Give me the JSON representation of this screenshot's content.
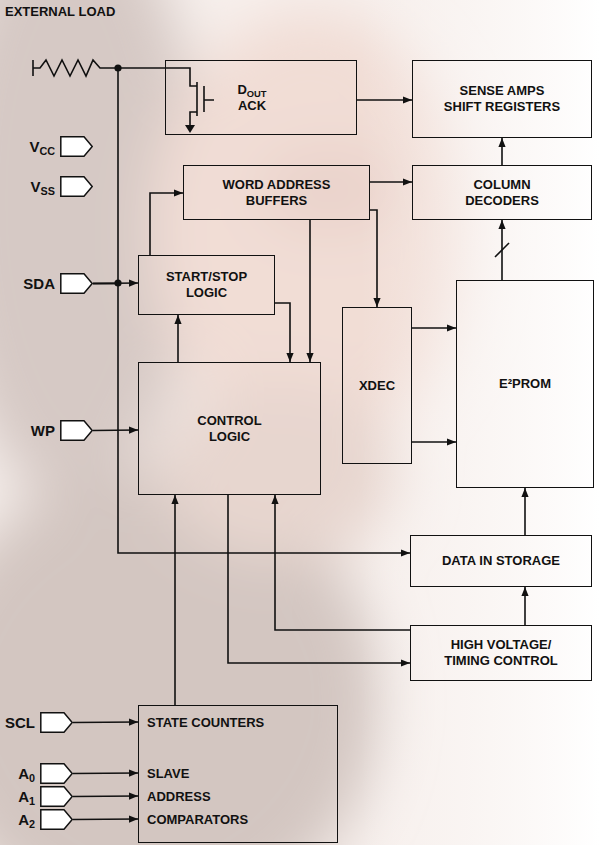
{
  "diagram": {
    "nodes": [
      {
        "text": [
          "DOUT ACK"
        ]
      },
      {
        "text": [
          "SENSE AMPS SHIFT REGISTERS"
        ]
      },
      {
        "text": [
          "VCC"
        ]
      },
      {
        "text": [
          "WORD ADDRESS BUFFERS"
        ]
      },
      {
        "text": [
          "COLUMN DECODERS"
        ]
      },
      {
        "text": [
          "VSS"
        ]
      },
      {
        "text": [
          "SDA"
        ]
      },
      {
        "text": [
          "START/STOP LOGIC"
        ]
      },
      {
        "text": [
          "E²PROM"
        ]
      },
      {
        "text": [
          "XDEC"
        ]
      },
      {
        "text": [
          "CONTROL LOGIC"
        ]
      },
      {
        "text": [
          "WP"
        ]
      },
      {
        "text": [
          "DATA IN STORAGE"
        ]
      },
      {
        "text": [
          "HIGH VOLTAGE/ TIMING CONTROL"
        ]
      },
      {
        "text": [
          "STATE COUNTERS",
          "SLAVE ADDRESS COMPARATORS"
        ]
      },
      {
        "text": [
          "SCL"
        ]
      },
      {
        "text": [
          "A0"
        ]
      },
      {
        "text": [
          "A1"
        ]
      },
      {
        "text": [
          "A2"
        ]
      }
    ],
    "edges": [
      {
        "from": 6,
        "to": 0,
        "arrow": "none"
      },
      {
        "from": 0,
        "to": 1,
        "arrow": "to"
      },
      {
        "from": 6,
        "to": 7,
        "arrow": "to"
      },
      {
        "from": 6,
        "to": 12,
        "arrow": "to"
      },
      {
        "from": 7,
        "to": 3,
        "arrow": "to"
      },
      {
        "from": 10,
        "to": 7,
        "arrow": "to"
      },
      {
        "from": 7,
        "to": 10,
        "arrow": "to"
      },
      {
        "from": 3,
        "to": 4,
        "arrow": "to"
      },
      {
        "from": 3,
        "to": 10,
        "arrow": "to"
      },
      {
        "from": 3,
        "to": 9,
        "arrow": "to"
      },
      {
        "from": 4,
        "to": 1,
        "arrow": "to"
      },
      {
        "from": 8,
        "to": 4,
        "arrow": "to"
      },
      {
        "from": 9,
        "to": 8,
        "arrow": "to"
      },
      {
        "from": 9,
        "to": 8,
        "arrow": "to"
      },
      {
        "from": 11,
        "to": 10,
        "arrow": "to"
      },
      {
        "from": 14,
        "to": 10,
        "arrow": "to"
      },
      {
        "from": 10,
        "to": 13,
        "arrow": "to"
      },
      {
        "from": 13,
        "to": 10,
        "arrow": "to"
      },
      {
        "from": 12,
        "to": 8,
        "arrow": "to"
      },
      {
        "from": 13,
        "to": 12,
        "arrow": "to"
      },
      {
        "from": 15,
        "to": 14,
        "arrow": "to"
      },
      {
        "from": 16,
        "to": 14,
        "arrow": "to"
      },
      {
        "from": 17,
        "to": 14,
        "arrow": "to"
      },
      {
        "from": 18,
        "to": 14,
        "arrow": "to"
      }
    ],
    "labels": [
      "EXTERNAL LOAD"
    ]
  }
}
